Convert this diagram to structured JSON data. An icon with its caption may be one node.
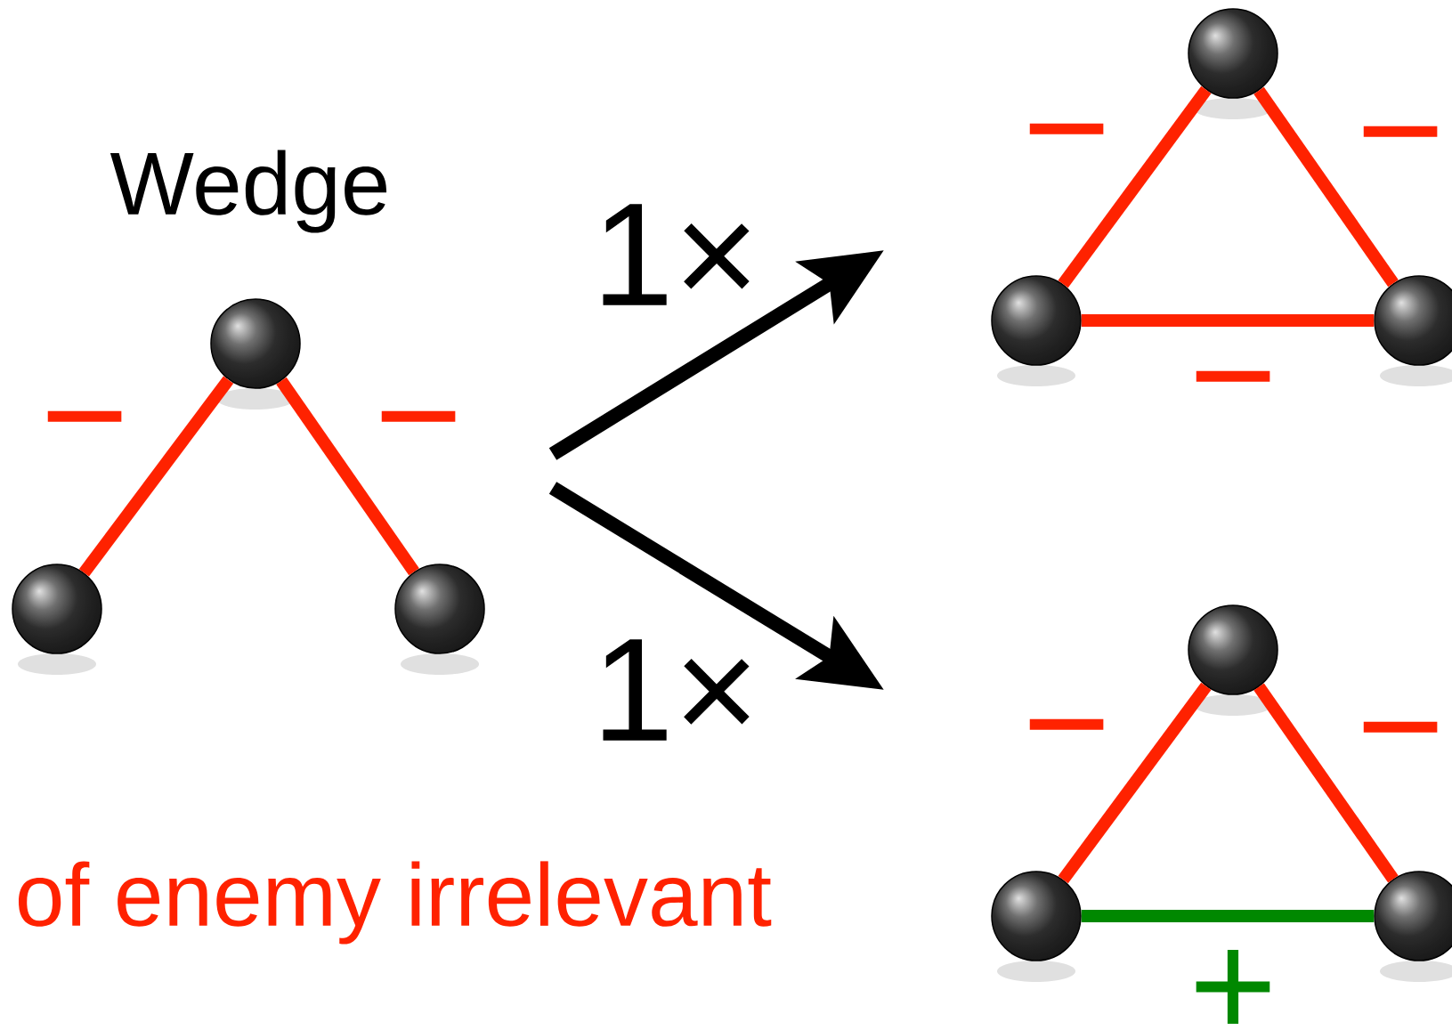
{
  "diagram": {
    "nodes": [
      {
        "text": [],
        "shape": "circle"
      },
      {
        "text": [],
        "shape": "circle"
      },
      {
        "text": [],
        "shape": "circle"
      },
      {
        "text": [],
        "shape": "circle"
      },
      {
        "text": [],
        "shape": "circle"
      },
      {
        "text": [],
        "shape": "circle"
      },
      {
        "text": [],
        "shape": "circle"
      },
      {
        "text": [],
        "shape": "circle"
      },
      {
        "text": [],
        "shape": "circle"
      }
    ],
    "edges": [
      {
        "from": 0,
        "to": 1,
        "arrow": "none",
        "label": "−"
      },
      {
        "from": 0,
        "to": 2,
        "arrow": "none",
        "label": "−"
      },
      {
        "from": 3,
        "to": 4,
        "arrow": "none",
        "label": "−"
      },
      {
        "from": 3,
        "to": 5,
        "arrow": "none",
        "label": "−"
      },
      {
        "from": 4,
        "to": 5,
        "arrow": "none",
        "label": "−"
      },
      {
        "from": 6,
        "to": 7,
        "arrow": "none",
        "label": "−"
      },
      {
        "from": 6,
        "to": 8,
        "arrow": "none",
        "label": "−"
      },
      {
        "from": 7,
        "to": 8,
        "arrow": "none",
        "label": "+",
        "color": "#008800"
      }
    ],
    "labels": [
      "Wedge",
      "1×",
      "1×",
      "of enemy irrelevant"
    ]
  }
}
